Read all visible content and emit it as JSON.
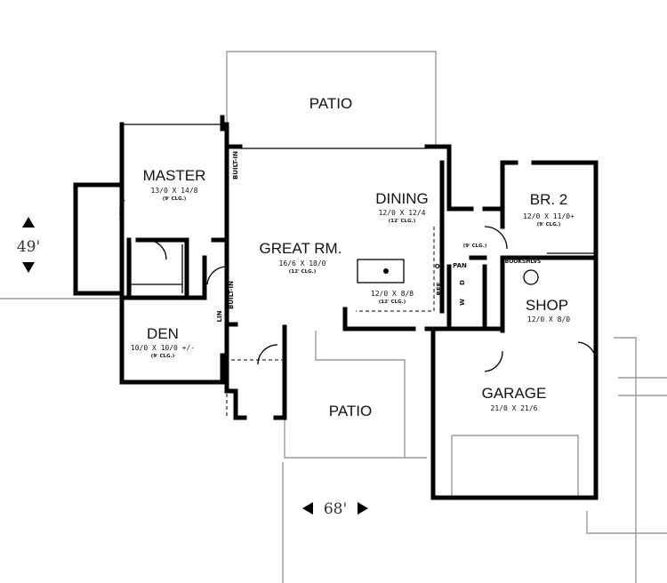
{
  "rooms": {
    "patio_top": {
      "name": "PATIO"
    },
    "master": {
      "name": "MASTER",
      "size": "13/0 X 14/8",
      "ceiling": "(9' CLG.)"
    },
    "great_room": {
      "name": "GREAT RM.",
      "size": "16/6 X 18/0",
      "ceiling": "(12' CLG.)"
    },
    "dining": {
      "name": "DINING",
      "size": "12/0 X 12/4",
      "ceiling": "(12' CLG.)"
    },
    "kitchen": {
      "size": "12/0 X 8/8",
      "ceiling": "(12' CLG.)"
    },
    "br2": {
      "name": "BR. 2",
      "size": "12/0 X 11/0+",
      "ceiling": "(9' CLG.)"
    },
    "hall": {
      "ceiling": "(9' CLG.)"
    },
    "shop": {
      "name": "SHOP",
      "size": "12/0 X 8/0"
    },
    "garage": {
      "name": "GARAGE",
      "size": "21/0 X 21/6"
    },
    "den": {
      "name": "DEN",
      "size": "10/0 X 10/0 +/-",
      "ceiling": "(9' CLG.)"
    },
    "patio_bottom": {
      "name": "PATIO"
    }
  },
  "labels": {
    "built_in_top": "BUILT-IN",
    "built_in_mid": "BUILT-IN",
    "linen": "LIN",
    "refrigerator": "REF",
    "oven": "O.",
    "pantry": "PAN",
    "washer": "W",
    "dryer": "D",
    "bookshelves": "BOOKSHLVS"
  },
  "overall": {
    "depth": "49'",
    "width": "68'"
  }
}
